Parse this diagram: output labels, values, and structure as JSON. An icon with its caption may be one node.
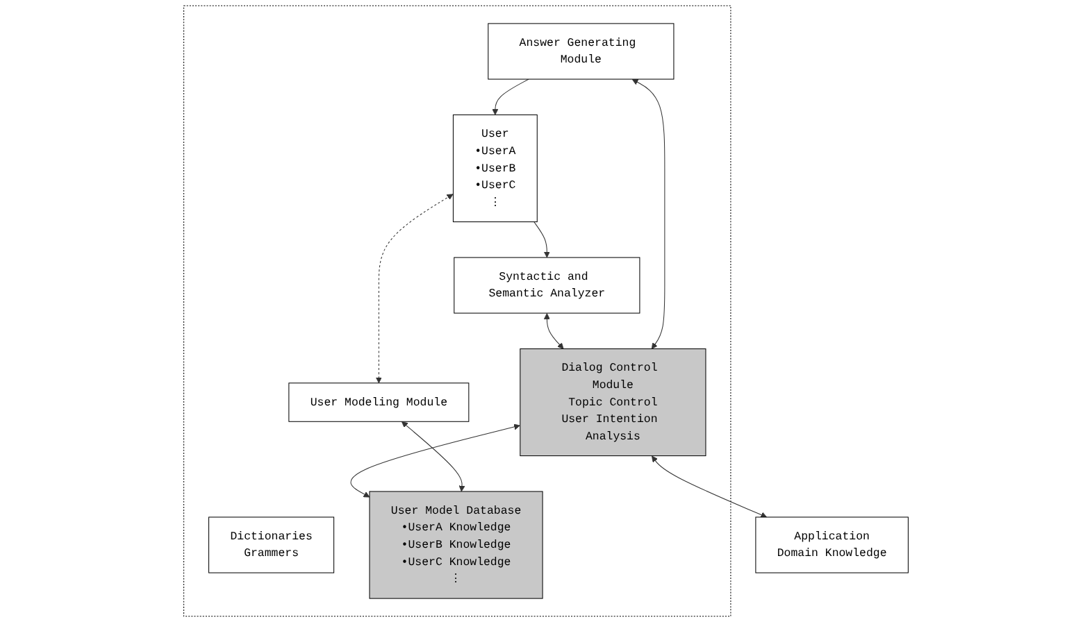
{
  "diagram": {
    "nodes": [
      {
        "text": [],
        "shape": "box"
      },
      {
        "text": [
          "User",
          "•UserA",
          "•UserB",
          "•UserC",
          "⋮"
        ],
        "in": 0
      },
      {
        "text": [
          "Answer Generating Module"
        ],
        "in": 0
      },
      {
        "text": [
          "Dictionaries",
          "Grammers"
        ],
        "in": 0
      },
      {
        "text": [
          "Syntactic and Semantic Analyzer"
        ],
        "in": 0
      },
      {
        "text": [
          "User Modeling Module"
        ],
        "in": 0
      },
      {
        "text": [
          "Dialog Control Module",
          "Topic Control",
          "User Intention Analysis"
        ],
        "in": 0
      },
      {
        "text": [
          "User Model Database",
          "•UserA Knowledge",
          "•UserB Knowledge",
          "•UserC Knowledge",
          "⋮"
        ],
        "in": 0
      },
      {
        "text": [
          "Application",
          "Domain Knowledge"
        ]
      }
    ],
    "edges": [
      {
        "from": 2,
        "to": 1,
        "arrow": "to"
      },
      {
        "from": 1,
        "to": 4,
        "arrow": "to"
      },
      {
        "from": 1,
        "to": 5,
        "arrow": "both",
        "style": "dashed"
      },
      {
        "from": 4,
        "to": 6,
        "arrow": "both"
      },
      {
        "from": 2,
        "to": 6,
        "arrow": "both"
      },
      {
        "from": 6,
        "to": 7,
        "arrow": "both"
      },
      {
        "from": 5,
        "to": 7,
        "arrow": "both"
      },
      {
        "from": 6,
        "to": 8,
        "arrow": "both"
      }
    ]
  }
}
